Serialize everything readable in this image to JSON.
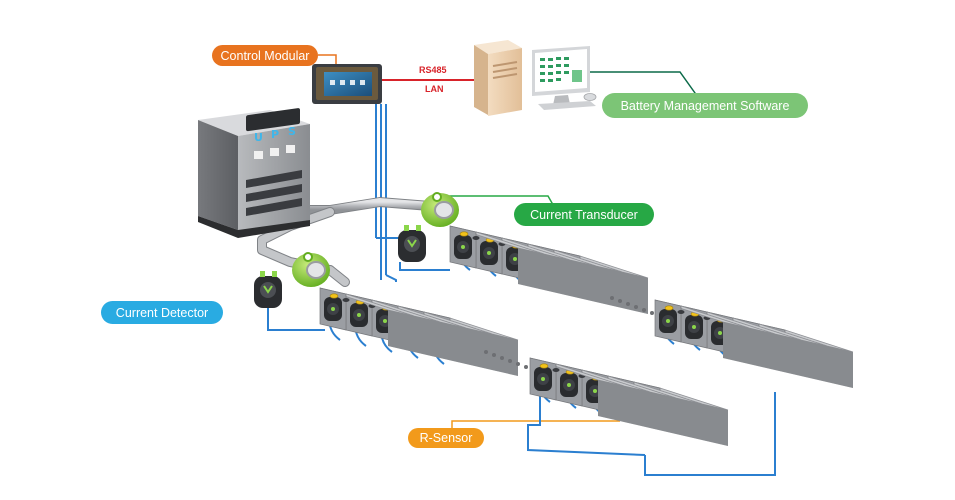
{
  "ups": {
    "letters": [
      "U",
      "P",
      "S"
    ]
  },
  "connection": {
    "line1": "RS485",
    "line2": "LAN"
  },
  "labels": {
    "control_modular": "Control Modular",
    "battery_software": "Battery Management Software",
    "current_transducer": "Current Transducer",
    "current_detector": "Current Detector",
    "r_sensor": "R-Sensor"
  },
  "colors": {
    "control_modular": "#e8731f",
    "battery_software": "#7cc576",
    "current_transducer": "#27a845",
    "current_detector": "#29abe2",
    "r_sensor": "#f29a1b",
    "sensor_wire": "#2b7fd0",
    "comm_wire": "#d8232a",
    "battery_body": "#9b9ea3",
    "battery_top": "#c9cbce"
  }
}
